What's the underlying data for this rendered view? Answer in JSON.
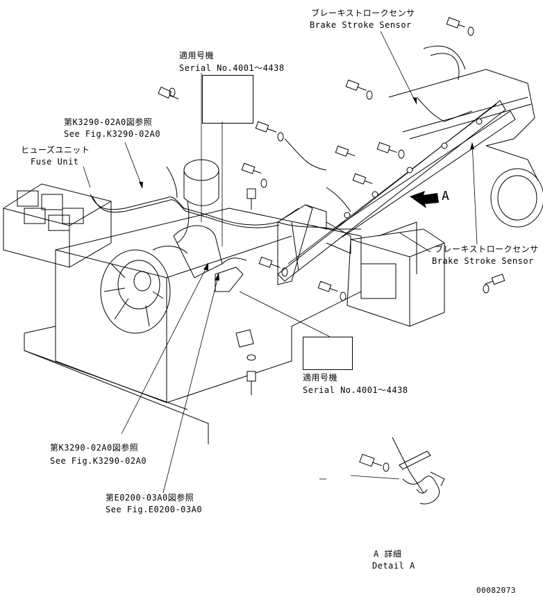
{
  "labels": {
    "serial_top_jp": "適用号機",
    "serial_top_en": "Serial No.4001～4438",
    "serial_bot_jp": "適用号機",
    "serial_bot_en": "Serial No.4001～4438",
    "brake_top_jp": "ブレーキストロークセンサ",
    "brake_top_en": "Brake Stroke Sensor",
    "brake_right_jp": "ブレーキストロークセンサ",
    "brake_right_en": "Brake Stroke Sensor",
    "fig_k3290_top_jp": "第K3290-02A0図参照",
    "fig_k3290_top_en": "See Fig.K3290-02A0",
    "fuse_jp": "ヒューズユニット",
    "fuse_en": "Fuse Unit",
    "fig_k3290_bot_jp": "第K3290-02A0図参照",
    "fig_k3290_bot_en": "See Fig.K3290-02A0",
    "fig_e0200_jp": "第E0200-03A0図参照",
    "fig_e0200_en": "See Fig.E0200-03A0",
    "detail_marker": "A",
    "detail_jp": "A 詳細",
    "detail_en": "Detail A",
    "drawing_no": "00082073"
  }
}
